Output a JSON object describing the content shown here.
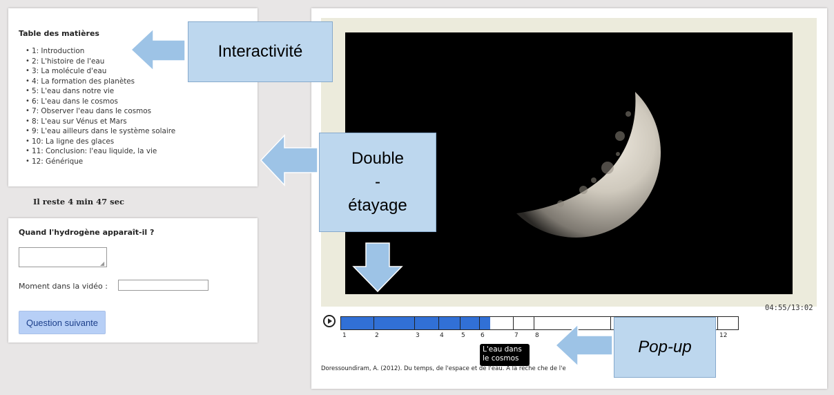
{
  "toc": {
    "title": "Table des matières",
    "items": [
      "1: Introduction",
      "2: L'histoire de l'eau",
      "3: La molécule d'eau",
      "4: La formation des planètes",
      "5: L'eau dans notre vie",
      "6: L'eau dans le cosmos",
      "7: Observer l'eau dans le cosmos",
      "8: L'eau sur Vénus et Mars",
      "9: L'eau ailleurs dans le système solaire",
      "10: La ligne des glaces",
      "11: Conclusion: l'eau liquide, la vie",
      "12: Générique"
    ]
  },
  "remaining": "Il reste 4 min 47 sec",
  "question": {
    "prompt": "Quand l'hydrogène apparaît-il ?",
    "answer_value": "",
    "moment_label": "Moment dans la vidéo :",
    "moment_value": "",
    "next_label": "Question suivante"
  },
  "player": {
    "time": "04:55/13:02",
    "progress_fraction": 0.376,
    "chapter_numbers": [
      "1",
      "2",
      "3",
      "4",
      "5",
      "6",
      "7",
      "8",
      "12"
    ],
    "tooltip": "L'eau dans le cosmos",
    "citation": "Doressoundiram, A. (2012). Du temps, de l'espace et de l'eau. A la reche che de l'e"
  },
  "annotations": {
    "interactivite": "Interactivité",
    "double_line1": "Double",
    "double_line2": "-",
    "double_line3": "étayage",
    "popup": "Pop-up",
    "arrow_color": "#9dc3e6"
  },
  "colors": {
    "progress": "#3170d6",
    "button_bg": "#b7cff6",
    "callout_bg": "#bdd7ee"
  }
}
